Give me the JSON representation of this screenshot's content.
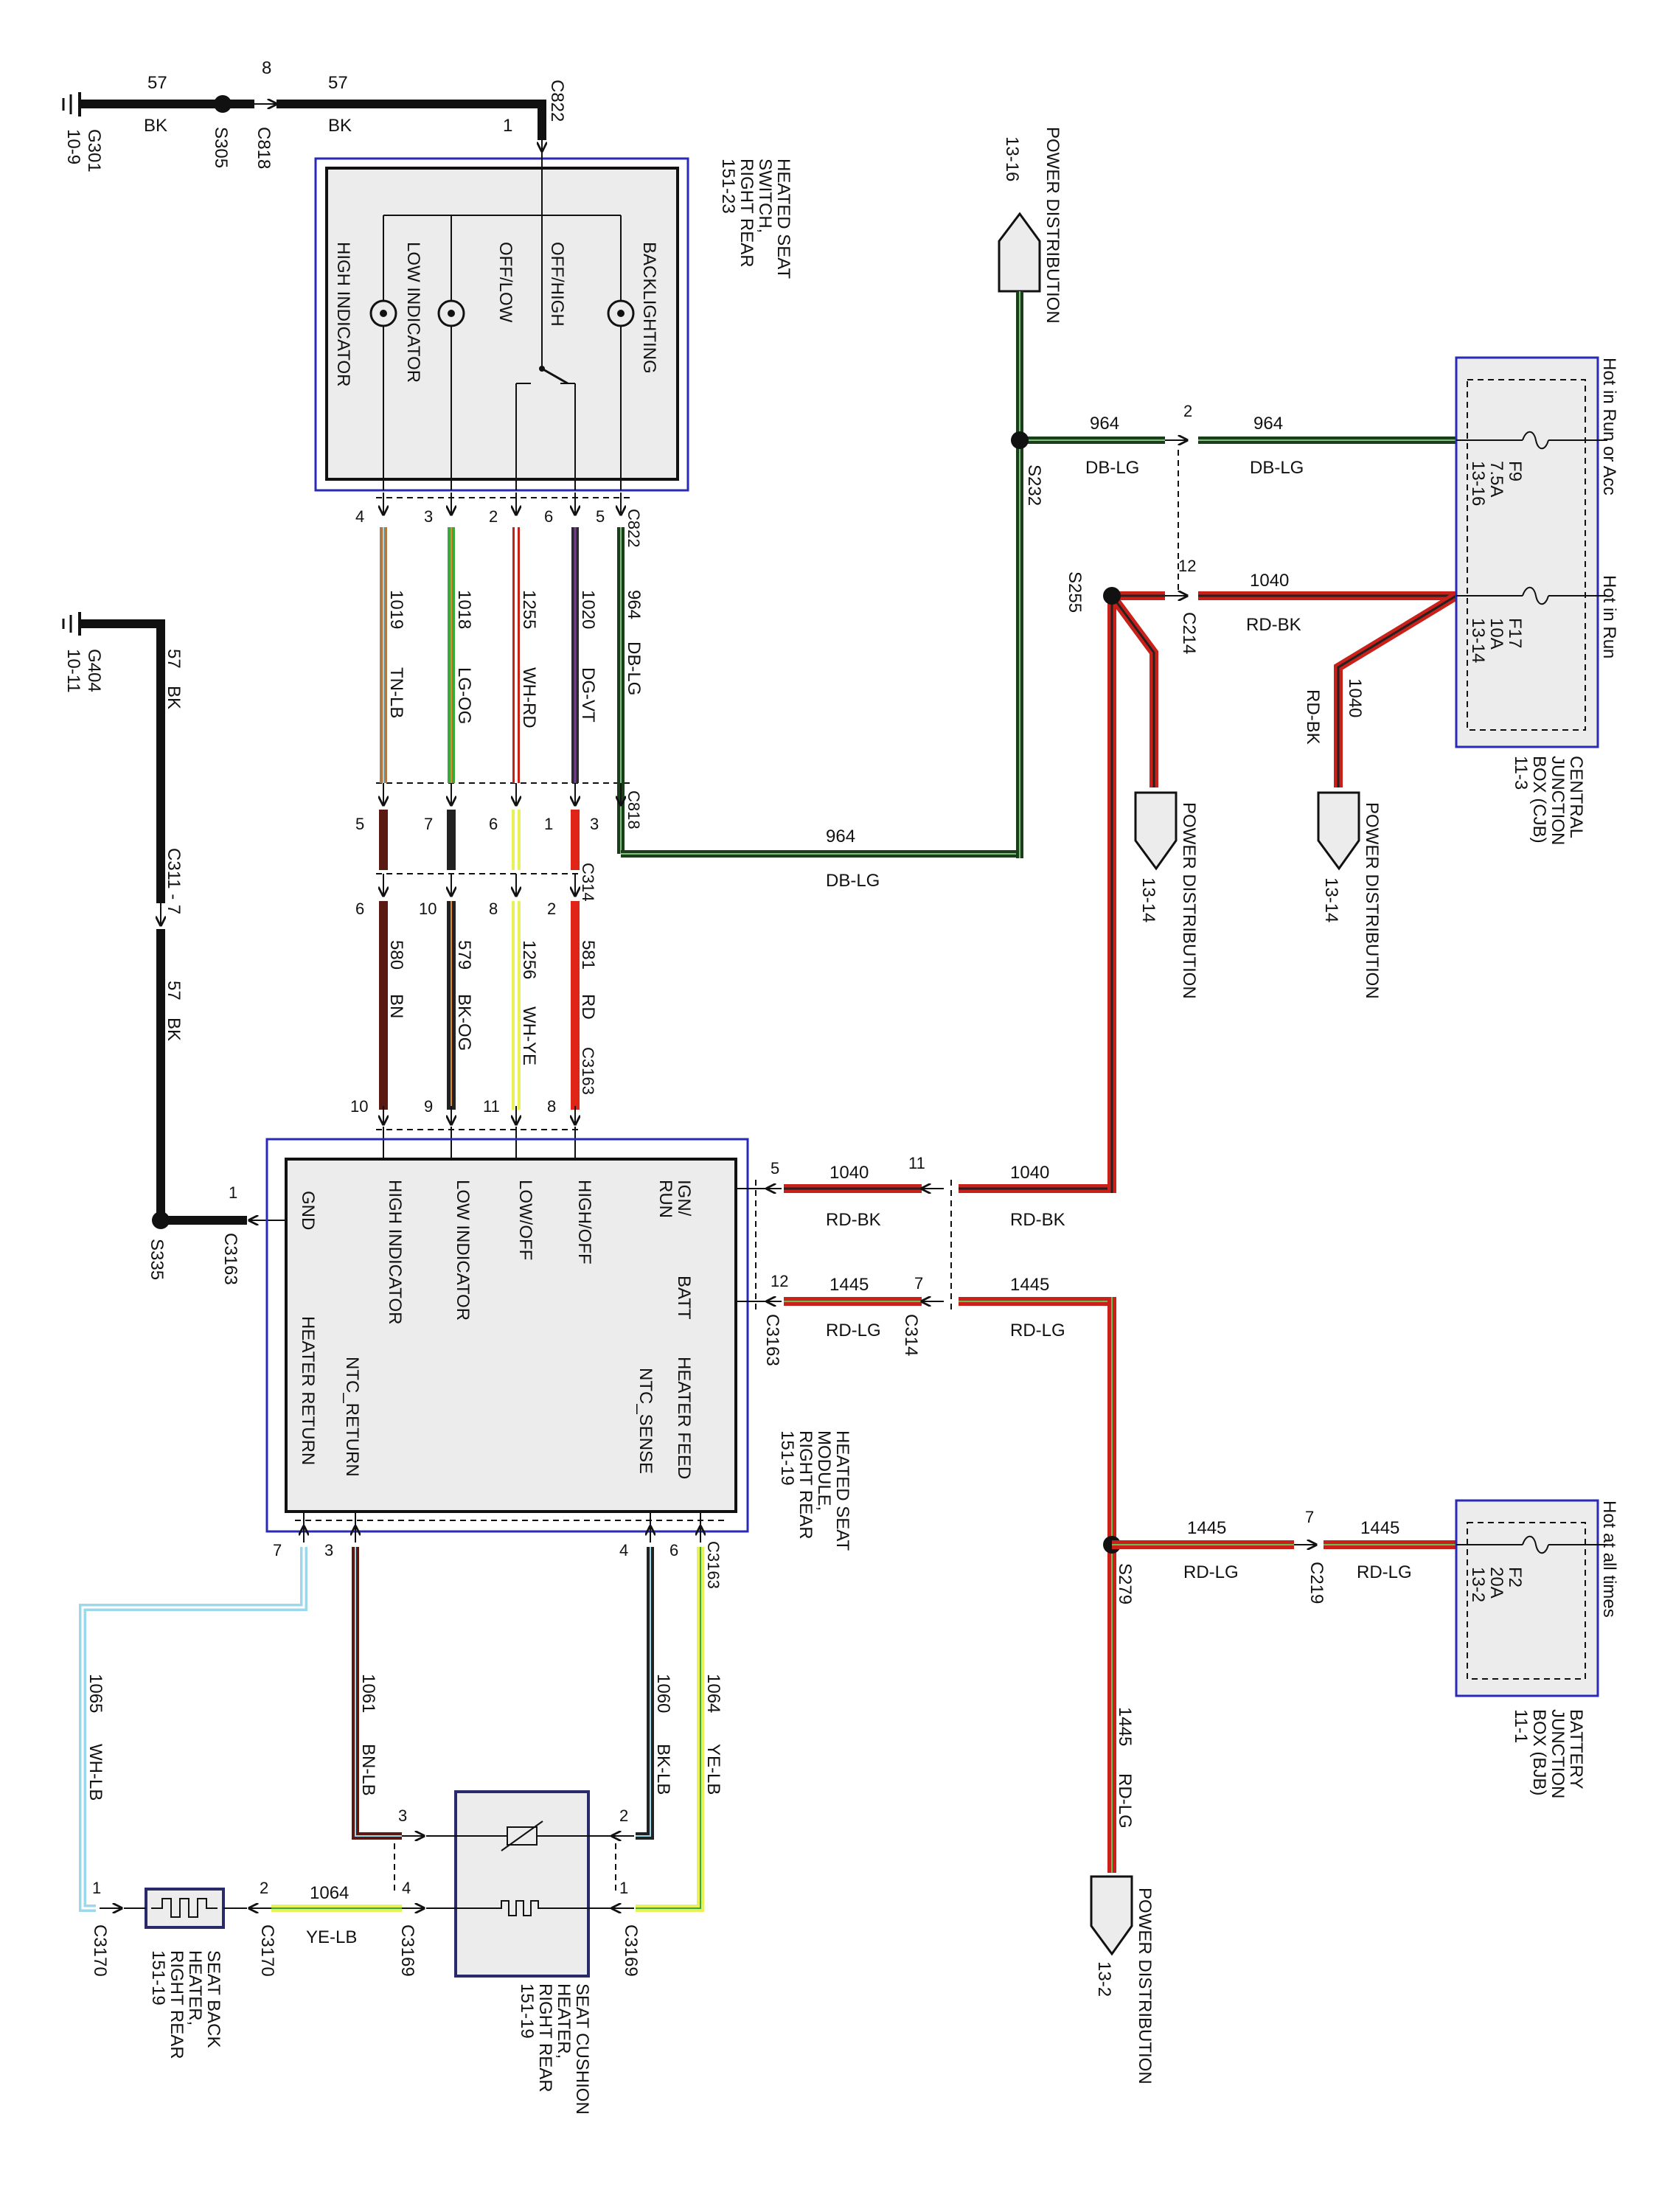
{
  "colors": {
    "BK": "#111111",
    "DB": "#1a3d1a",
    "LG": "#7fbf7f",
    "RD": "#c9201a",
    "WH": "#ffffff",
    "YE": "#e8f05a",
    "BN": "#5a1a12",
    "TN": "#b07a44",
    "OG": "#e08a2a",
    "DG": "#2a5a2a",
    "VT": "#7a3a9a",
    "LB": "#9cd8ec",
    "box": "#ececec",
    "blueBorder": "#2a2ab8"
  },
  "grounds": {
    "g301": {
      "name": "G301",
      "page": "10-9"
    },
    "g404": {
      "name": "G404",
      "page": "10-11"
    }
  },
  "splices": {
    "s305": "S305",
    "s335": "S335",
    "s232": "S232",
    "s255": "S255",
    "s279": "S279"
  },
  "connectors": {
    "c822": "C822",
    "c818": "C818",
    "c314": "C314",
    "c3163": "C3163",
    "c311": "C311 - 7",
    "c214": "C214",
    "c219": "C219",
    "c3169": "C3169",
    "c3170": "C3170"
  },
  "switch": {
    "title": [
      "HEATED SEAT",
      "SWITCH,",
      "RIGHT REAR",
      "151-23"
    ],
    "labels": {
      "backlighting": "BACKLIGHTING",
      "offhigh": "OFF/HIGH",
      "offlow": "OFF/LOW",
      "lowind": "LOW INDICATOR",
      "highind": "HIGH INDICATOR"
    }
  },
  "module": {
    "title": [
      "HEATED SEAT",
      "MODULE,",
      "RIGHT REAR",
      "151-19"
    ],
    "labels": {
      "ign": "IGN/",
      "run": "RUN",
      "batt": "BATT",
      "gnd": "GND",
      "highind": "HIGH INDICATOR",
      "lowind": "LOW INDICATOR",
      "lowoff": "LOW/OFF",
      "highoff": "HIGH/OFF",
      "heaterfeed": "HEATER FEED",
      "ntcsense": "NTC_SENSE",
      "ntcreturn": "NTC_RETURN",
      "heaterreturn": "HEATER RETURN"
    }
  },
  "cjb": {
    "title": [
      "CENTRAL",
      "JUNCTION",
      "BOX (CJB)",
      "11-3"
    ],
    "hot1": "Hot in Run or Acc",
    "hot2": "Hot in Run",
    "f9": [
      "F9",
      "7.5A",
      "13-16"
    ],
    "f17": [
      "F17",
      "10A",
      "13-14"
    ]
  },
  "bjb": {
    "title": [
      "BATTERY",
      "JUNCTION",
      "BOX (BJB)",
      "11-1"
    ],
    "hot": "Hot at all times",
    "f2": [
      "F2",
      "20A",
      "13-2"
    ]
  },
  "powerdist": {
    "label": "POWER DISTRIBUTION",
    "p1316": "13-16",
    "p1314": "13-14",
    "p132": "13-2"
  },
  "cushion": {
    "title": [
      "SEAT CUSHION",
      "HEATER,",
      "RIGHT REAR",
      "151-19"
    ]
  },
  "back": {
    "title": [
      "SEAT BACK",
      "HEATER,",
      "RIGHT REAR",
      "151-19"
    ]
  },
  "wires": {
    "w57": "57",
    "bk": "BK",
    "w964": "964",
    "dblg": "DB-LG",
    "w1020": "1020",
    "dgvt": "DG-VT",
    "w1255": "1255",
    "whrd": "WH-RD",
    "w1018": "1018",
    "lgog": "LG-OG",
    "w1019": "1019",
    "tnlb": "TN-LB",
    "w581": "581",
    "rd": "RD",
    "w1256": "1256",
    "whye": "WH-YE",
    "w579": "579",
    "bkog": "BK-OG",
    "w580": "580",
    "bn": "BN",
    "w1040": "1040",
    "rdbk": "RD-BK",
    "w1445": "1445",
    "rdlg": "RD-LG",
    "w1065": "1065",
    "whlb": "WH-LB",
    "w1061": "1061",
    "bnlb": "BN-LB",
    "w1060": "1060",
    "bklb": "BK-LB",
    "w1064": "1064",
    "yelb": "YE-LB"
  },
  "pins": {
    "p1": "1",
    "p2": "2",
    "p3": "3",
    "p4": "4",
    "p5": "5",
    "p6": "6",
    "p7": "7",
    "p8": "8",
    "p9": "9",
    "p10": "10",
    "p11": "11",
    "p12": "12"
  }
}
